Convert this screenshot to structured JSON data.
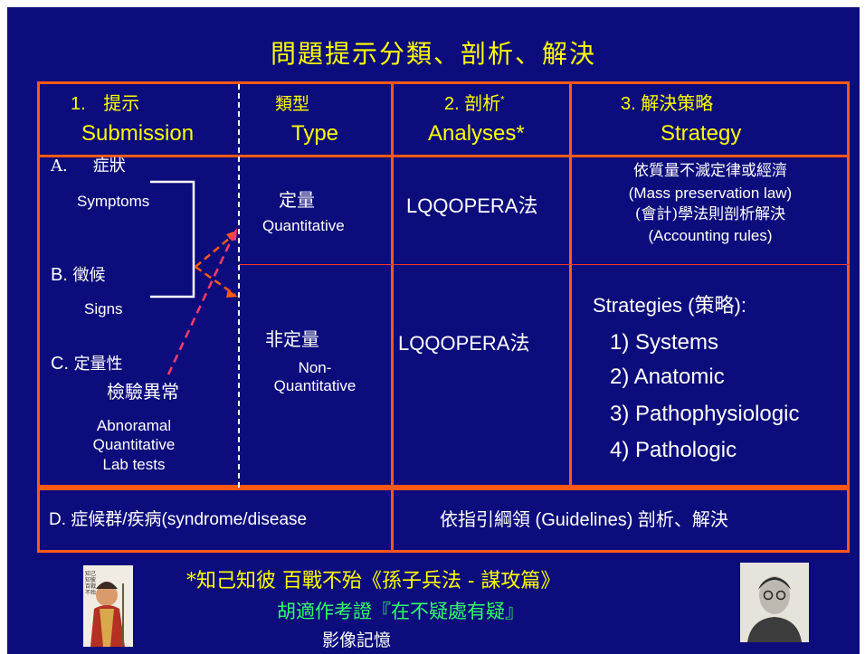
{
  "title": "問題提示分類、剖析、解決",
  "header": {
    "col1_num": "1.",
    "col1_zh": "提示",
    "col1_en": "Submission",
    "col2_zh": "類型",
    "col2_en": "Type",
    "col3_num": "2.",
    "col3_zh": "剖析",
    "col3_star": "*",
    "col3_en": "Analyses*",
    "col4_num": "3.",
    "col4_zh": "解決策略",
    "col4_en": "Strategy"
  },
  "left": {
    "a_label": "A.",
    "a_zh": "症狀",
    "a_en": "Symptoms",
    "b_label": "B.",
    "b_zh": "徵候",
    "b_en": "Signs",
    "c_label": "C.",
    "c_zh1": "定量性",
    "c_zh2": "檢驗異常",
    "c_en1": "Abnoramal",
    "c_en2": "Quantitative",
    "c_en3": "Lab tests"
  },
  "type": {
    "quant_zh": "定量",
    "quant_en": "Quantitative",
    "nonquant_zh": "非定量",
    "nonquant_en1": "Non-",
    "nonquant_en2": "Quantitative"
  },
  "analysis": {
    "row1": "LQQOPERA法",
    "row2": "LQQOPERA法"
  },
  "strategy1": {
    "line1": "依質量不滅定律或經濟",
    "line2": "(Mass preservation law)",
    "line3": "(會計)學法則剖析解決",
    "line4": "(Accounting rules)"
  },
  "strategy2": {
    "heading": "Strategies (策略):",
    "items": [
      "1) Systems",
      "2) Anatomic",
      "3) Pathophysiologic",
      "4) Pathologic"
    ]
  },
  "bottom_row": {
    "left": "D. 症候群/疾病(syndrome/disease",
    "right": "依指引綱領 (Guidelines) 剖析、解決"
  },
  "footer": {
    "quote1": "*知己知彼 百戰不殆《孫子兵法 - 謀攻篇》",
    "quote2": "胡適作考證『在不疑處有疑』",
    "caption": "影像記憶",
    "left_image_text": "知己知彼 百戰不殆"
  },
  "colors": {
    "background": "#0c0c7c",
    "border": "#ff5a14",
    "accent_text": "#ffff00",
    "arrow": "#ff3c6a"
  }
}
